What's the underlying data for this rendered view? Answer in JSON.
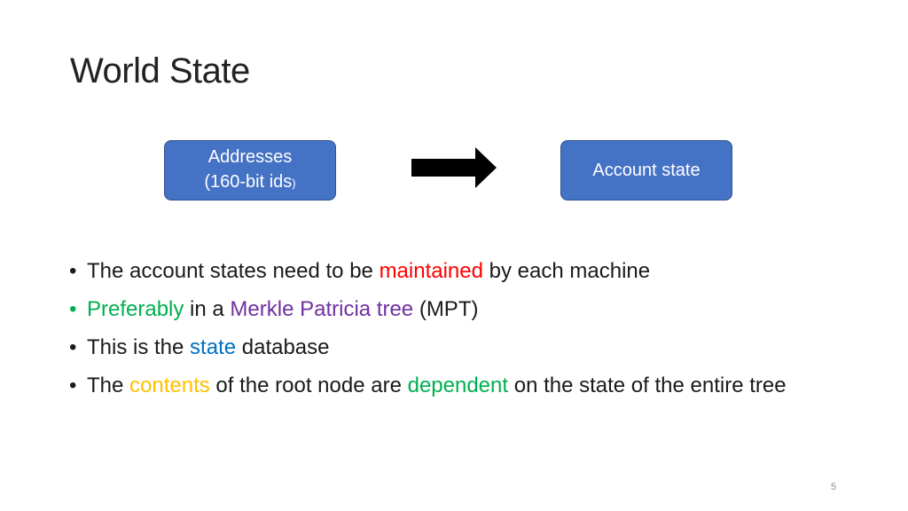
{
  "title": "World State",
  "diagram": {
    "left_box": {
      "line1": "Addresses",
      "line2_main": "(160-bit ids",
      "line2_small": ")"
    },
    "arrow_icon": "right-arrow-icon",
    "right_box": {
      "label": "Account state"
    },
    "box_color": "#4472c4"
  },
  "bullets": [
    {
      "bullet_color": "#1a1a1a",
      "parts": [
        {
          "text": "The account states need to be ",
          "color": "#1a1a1a"
        },
        {
          "text": "maintained",
          "color": "#ff0000"
        },
        {
          "text": " by each machine",
          "color": "#1a1a1a"
        }
      ]
    },
    {
      "bullet_color": "#00b050",
      "parts": [
        {
          "text": "Preferably",
          "color": "#00b050"
        },
        {
          "text": " in a ",
          "color": "#1a1a1a"
        },
        {
          "text": "Merkle Patricia tree",
          "color": "#7030a0"
        },
        {
          "text": " (MPT)",
          "color": "#1a1a1a"
        }
      ]
    },
    {
      "bullet_color": "#1a1a1a",
      "parts": [
        {
          "text": "This is the ",
          "color": "#1a1a1a"
        },
        {
          "text": "state",
          "color": "#0070c0"
        },
        {
          "text": " database",
          "color": "#1a1a1a"
        }
      ]
    },
    {
      "bullet_color": "#1a1a1a",
      "parts": [
        {
          "text": "The ",
          "color": "#1a1a1a"
        },
        {
          "text": "contents",
          "color": "#ffc000"
        },
        {
          "text": " of the root node are ",
          "color": "#1a1a1a"
        },
        {
          "text": "dependent",
          "color": "#00b050"
        },
        {
          "text": " on the state of the entire tree",
          "color": "#1a1a1a"
        }
      ]
    }
  ],
  "bullet_symbol": "•",
  "page_number": "5"
}
